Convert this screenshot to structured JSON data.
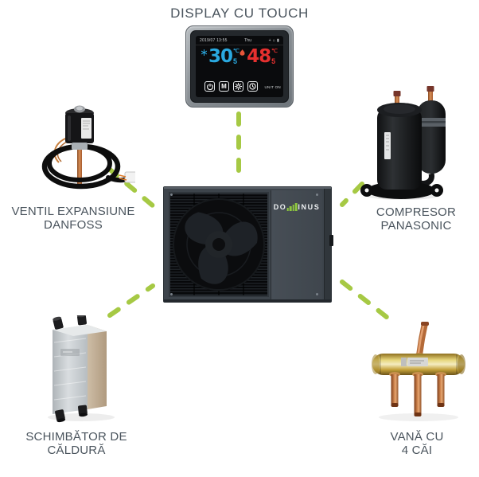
{
  "colors": {
    "accent_green": "#a6c944",
    "logo_green": "#8dc63f",
    "temp_cool_blue": "#2aa9e0",
    "temp_heat_red": "#e6302f",
    "label_text": "#4a545d",
    "unit_body": "#3d444b"
  },
  "heading": {
    "title": "DISPLAY CU TOUCH"
  },
  "display": {
    "status": {
      "datetime": "2019/07 13:55",
      "day": "Thu"
    },
    "cool_temp": {
      "value": "30",
      "decimal": "5",
      "unit": "℃"
    },
    "heat_temp": {
      "value": "48",
      "decimal": "5",
      "unit": "℃"
    },
    "mode_button": "M",
    "status_right_label": "UNIT ON"
  },
  "unit": {
    "brand_prefix": "DO",
    "brand_suffix": "INUS"
  },
  "labels": {
    "expansion_valve": [
      "VENTIL EXPANSIUNE",
      "DANFOSS"
    ],
    "compressor": [
      "COMPRESOR",
      "PANASONIC"
    ],
    "heat_exchanger": [
      "SCHIMBĂTOR DE",
      "CĂLDURĂ"
    ],
    "four_way_valve": [
      "VANĂ CU",
      "4 CĂI"
    ]
  }
}
